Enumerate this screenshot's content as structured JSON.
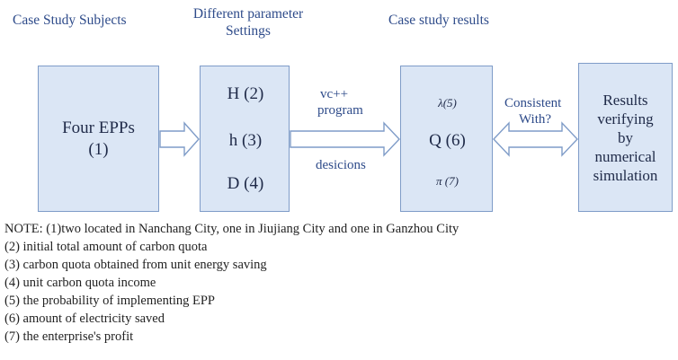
{
  "headers": {
    "subjects": "Case Study Subjects",
    "params_line1": "Different parameter",
    "params_line2": "Settings",
    "results": "Case study results"
  },
  "boxes": {
    "subjects": {
      "line1": "Four EPPs",
      "line2": "(1)"
    },
    "params": {
      "h_cap": "H (2)",
      "h_low": "h (3)",
      "d": "D (4)"
    },
    "results": {
      "lambda": "λ(5)",
      "q": "Q (6)",
      "pi": "π (7)"
    },
    "verify": {
      "line1": "Results",
      "line2": "verifying",
      "line3": "by",
      "line4": "numerical",
      "line5": "simulation"
    }
  },
  "arrow_labels": {
    "program_line1": "vc++",
    "program_line2": "program",
    "decisions": "desicions",
    "consistent_line1": "Consistent",
    "consistent_line2": "With?"
  },
  "notes": [
    "NOTE: (1)two located in Nanchang City, one in Jiujiang City and one in Ganzhou City",
    "(2) initial total amount of carbon quota",
    "(3) carbon quota obtained from unit energy saving",
    "(4) unit carbon quota income",
    "(5) the probability of implementing EPP",
    "(6) amount of electricity saved",
    "(7) the enterprise's profit"
  ],
  "colors": {
    "box_fill": "#dbe6f5",
    "box_border": "#7f9cc8",
    "header_text": "#2e4b8a"
  }
}
